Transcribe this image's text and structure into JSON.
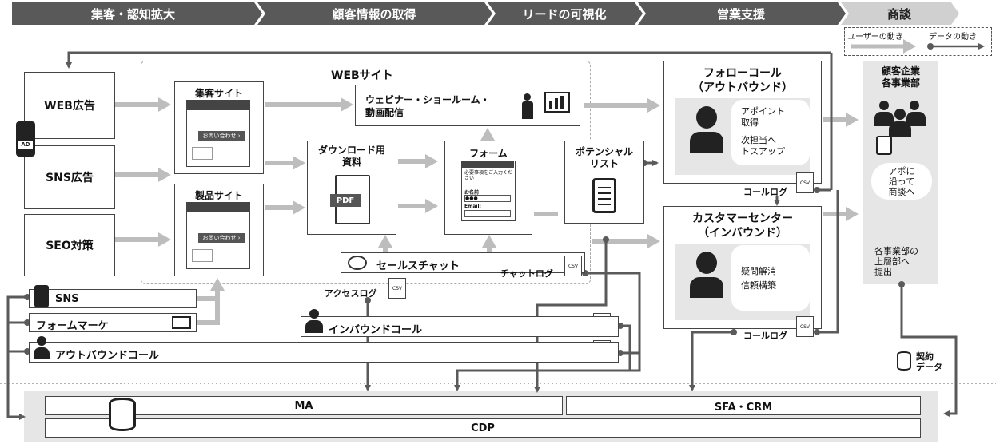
{
  "stages": [
    "集客・認知拡大",
    "顧客情報の取得",
    "リードの可視化",
    "営業支援",
    "商談"
  ],
  "legend": {
    "user_flow": "ユーザーの動き",
    "data_flow": "データの動き"
  },
  "website_label": "WEBサイト",
  "channels": {
    "web_ad": "WEB広告",
    "sns_ad": "SNS広告",
    "seo": "SEO対策",
    "ad_badge": "AD"
  },
  "sites": {
    "attract": "集客サイト",
    "product": "製品サイト",
    "contact_btn": "お問い合わせ ›"
  },
  "webinar": "ウェビナー・ショールーム・\n動画配信",
  "download": {
    "title": "ダウンロード用\n資料",
    "pdf": "PDF"
  },
  "form": {
    "title": "フォーム",
    "hint": "必要事項をご入力ください",
    "name_label": "お名前",
    "name_value": "●●●",
    "email_label": "Email:"
  },
  "potential_list": "ポテンシャル\nリスト",
  "sales_chat": "セールスチャット",
  "follow_call": {
    "title": "フォローコール\n（アウトバウンド）",
    "bullet1": "アポイント\n取得",
    "bullet2": "次担当へ\nトスアップ"
  },
  "customer_center": {
    "title": "カスタマーセンター\n（インバウンド）",
    "bullet1": "疑問解消",
    "bullet2": "信頼構築"
  },
  "client": {
    "title": "顧客企業\n各事業部",
    "bubble": "アポに\n沿って\n商談へ",
    "report": "各事業部の\n上層部へ\n提出"
  },
  "logs": {
    "call_log": "コールログ",
    "chat_log": "チャットログ",
    "access_log": "アクセスログ",
    "csv": "CSV"
  },
  "bars": {
    "sns": "SNS",
    "form_marketing": "フォームマーケ",
    "outbound_call": "アウトバウンドコール",
    "inbound_call": "インバウンドコール"
  },
  "contract": "契約\nデータ",
  "bottom": {
    "ma": "MA",
    "sfa": "SFA・CRM",
    "cdp": "CDP"
  },
  "colors": {
    "stage_dark": "#595959",
    "stage_light": "#d0d0d0",
    "arrow_light": "#bdbdbd",
    "line_dark": "#5a5a5a",
    "panel": "#e6e6e6"
  }
}
